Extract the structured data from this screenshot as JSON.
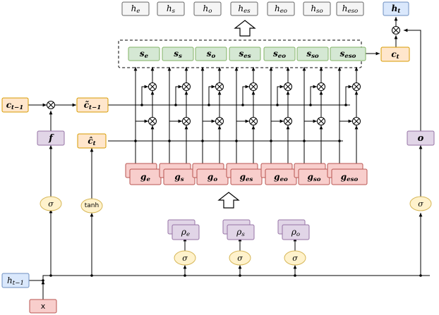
{
  "outputs": [
    "h_e",
    "h_s",
    "h_o",
    "h_es",
    "h_eo",
    "h_so",
    "h_eso"
  ],
  "outputs_display": [
    "h",
    "h",
    "h",
    "h",
    "h",
    "h",
    "h"
  ],
  "outputs_sub": [
    "e",
    "s",
    "o",
    "es",
    "eo",
    "so",
    "eso"
  ],
  "final_output": {
    "base": "h",
    "sub": "t"
  },
  "state_nodes": {
    "base": "s",
    "subs": [
      "e",
      "s",
      "o",
      "es",
      "eo",
      "so",
      "eso"
    ]
  },
  "gate_nodes": {
    "base": "g",
    "subs": [
      "e",
      "s",
      "o",
      "es",
      "eo",
      "so",
      "eso"
    ]
  },
  "rho_nodes": {
    "base": "ρ",
    "subs": [
      "e",
      "s",
      "o"
    ]
  },
  "cell_prev": {
    "base": "c",
    "sub": "t−1"
  },
  "cell_tilde": {
    "base": "c̃",
    "sub": "t−1"
  },
  "cell_hat": {
    "base": "ĉ",
    "sub": "t"
  },
  "cell_out": {
    "base": "c",
    "sub": "t"
  },
  "forget_gate": "f",
  "output_gate": "o",
  "hidden_prev": {
    "base": "h",
    "sub": "t−1"
  },
  "input": "x",
  "sigma": "σ",
  "tanh": "tanh",
  "colors": {
    "gray_fill": "#f5f5f5",
    "gray_stroke": "#666666",
    "green_fill": "#d5e8d4",
    "green_stroke": "#82b366",
    "red_fill": "#f8cecc",
    "red_stroke": "#b85450",
    "purple_fill": "#e1d5e7",
    "purple_stroke": "#9673a6",
    "orange_fill": "#ffe6cc",
    "orange_stroke": "#d79b00",
    "yellow_fill": "#fff2cc",
    "yellow_stroke": "#d6b656",
    "blue_fill": "#dae8fc",
    "blue_stroke": "#6c8ebf"
  }
}
